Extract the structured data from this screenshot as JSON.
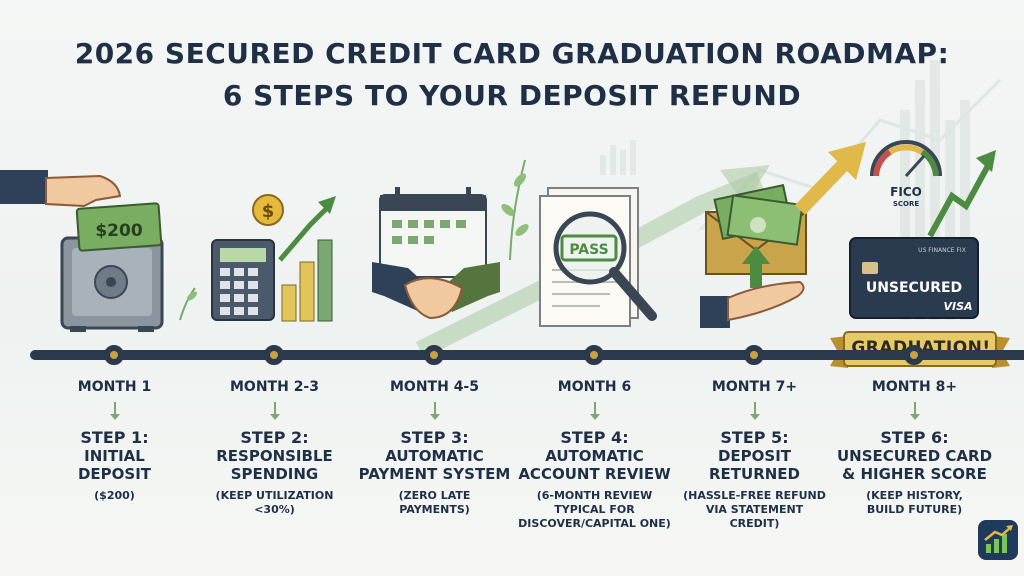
{
  "title": {
    "line1": "2026 SECURED CREDIT CARD GRADUATION ROADMAP:",
    "line2": "6 STEPS TO YOUR DEPOSIT REFUND"
  },
  "illustrations": {
    "cash_label": "$200",
    "coin_symbol": "$",
    "pass_stamp": "PASS",
    "gauge_label1": "FICO",
    "gauge_label2": "SCORE",
    "card_brand": "US FINANCE FIX",
    "card_type": "UNSECURED",
    "card_network": "VISA",
    "banner": "GRADUATION!"
  },
  "steps": [
    {
      "month": "MONTH 1",
      "step": "STEP 1:",
      "title": [
        "INITIAL",
        "DEPOSIT"
      ],
      "note": [
        "($200)"
      ]
    },
    {
      "month": "MONTH 2-3",
      "step": "STEP 2:",
      "title": [
        "RESPONSIBLE",
        "SPENDING"
      ],
      "note": [
        "(KEEP UTILIZATION",
        "<30%)"
      ]
    },
    {
      "month": "MONTH 4-5",
      "step": "STEP 3:",
      "title": [
        "AUTOMATIC",
        "PAYMENT SYSTEM"
      ],
      "note": [
        "(ZERO LATE",
        "PAYMENTS)"
      ]
    },
    {
      "month": "MONTH 6",
      "step": "STEP 4:",
      "title": [
        "AUTOMATIC",
        "ACCOUNT REVIEW"
      ],
      "note": [
        "(6-MONTH REVIEW",
        "TYPICAL FOR",
        "DISCOVER/CAPITAL ONE)"
      ]
    },
    {
      "month": "MONTH 7+",
      "step": "STEP 5:",
      "title": [
        "DEPOSIT",
        "RETURNED"
      ],
      "note": [
        "(HASSLE-FREE REFUND",
        "VIA STATEMENT",
        "CREDIT)"
      ]
    },
    {
      "month": "MONTH 8+",
      "step": "STEP 6:",
      "title": [
        "UNSECURED CARD",
        "& HIGHER SCORE"
      ],
      "note": [
        "(KEEP HISTORY,",
        "BUILD FUTURE)"
      ]
    }
  ],
  "colors": {
    "navy": "#1f2f45",
    "green": "#7ba872",
    "gold": "#c9a24a"
  }
}
